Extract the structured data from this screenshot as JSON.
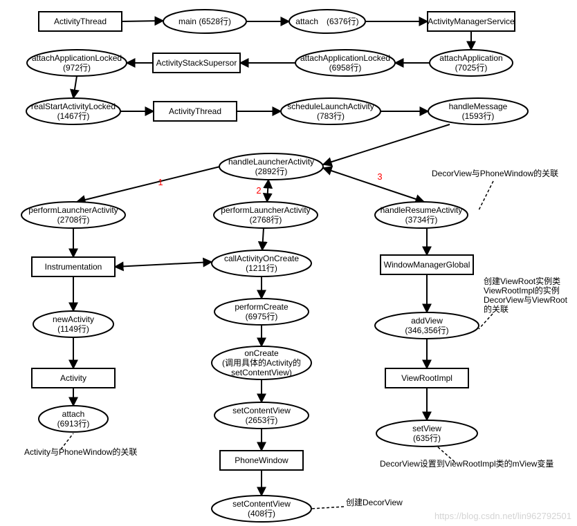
{
  "nodes": [
    {
      "id": "activity_thread_1",
      "lines": [
        "ActivityThread"
      ]
    },
    {
      "id": "main",
      "lines": [
        "main (6528行)"
      ]
    },
    {
      "id": "attach_top",
      "lines": [
        "attach　(6376行)"
      ]
    },
    {
      "id": "ams",
      "lines": [
        "ActivityManagerService"
      ]
    },
    {
      "id": "attach_application",
      "lines": [
        "attachApplication",
        "(7025行)"
      ]
    },
    {
      "id": "attach_app_locked_1",
      "lines": [
        "attachApplicationLocked",
        "(6958行)"
      ]
    },
    {
      "id": "stack_supersor",
      "lines": [
        "ActivityStackSupersor"
      ]
    },
    {
      "id": "attach_app_locked_2",
      "lines": [
        "attachApplicationLocked",
        "(972行)"
      ]
    },
    {
      "id": "real_start",
      "lines": [
        "realStartActivityLocked",
        "(1467行)"
      ]
    },
    {
      "id": "activity_thread_2",
      "lines": [
        "ActivityThread"
      ]
    },
    {
      "id": "schedule_launch",
      "lines": [
        "scheduleLaunchActivity",
        "(783行)"
      ]
    },
    {
      "id": "handle_message",
      "lines": [
        "handleMessage",
        "(1593行)"
      ]
    },
    {
      "id": "handle_launcher",
      "lines": [
        "handleLauncherActivity",
        "(2892行)"
      ]
    },
    {
      "id": "perform_launcher_1",
      "lines": [
        "performLauncherActivity",
        "(2708行)"
      ]
    },
    {
      "id": "perform_launcher_2",
      "lines": [
        "performLauncherActivity",
        "(2768行)"
      ]
    },
    {
      "id": "handle_resume",
      "lines": [
        "handleResumeActivity",
        "(3734行)"
      ]
    },
    {
      "id": "instrumentation",
      "lines": [
        "Instrumentation"
      ]
    },
    {
      "id": "call_on_create",
      "lines": [
        "callActivityOnCreate",
        "(1211行)"
      ]
    },
    {
      "id": "wm_global",
      "lines": [
        "WindowManagerGlobal"
      ]
    },
    {
      "id": "new_activity",
      "lines": [
        "newActivity",
        "(1149行)"
      ]
    },
    {
      "id": "perform_create",
      "lines": [
        "performCreate",
        "(6975行)"
      ]
    },
    {
      "id": "add_view",
      "lines": [
        "addView",
        "(346,356行)"
      ]
    },
    {
      "id": "activity_box",
      "lines": [
        "Activity"
      ]
    },
    {
      "id": "on_create",
      "lines": [
        "onCreate",
        "(调用具体的Activity的",
        "setContentView)"
      ]
    },
    {
      "id": "view_root_impl",
      "lines": [
        "ViewRootImpl"
      ]
    },
    {
      "id": "attach_bottom",
      "lines": [
        "attach",
        "(6913行)"
      ]
    },
    {
      "id": "set_content_view_1",
      "lines": [
        "setContentView",
        "(2653行)"
      ]
    },
    {
      "id": "set_view",
      "lines": [
        "setView",
        "(635行)"
      ]
    },
    {
      "id": "phone_window",
      "lines": [
        "PhoneWindow"
      ]
    },
    {
      "id": "set_content_view_2",
      "lines": [
        "setContentView",
        "(408行)"
      ]
    }
  ],
  "edges": [
    {
      "from": "activity_thread_1",
      "to": "main",
      "type": "arrow"
    },
    {
      "from": "main",
      "to": "attach_top",
      "type": "arrow"
    },
    {
      "from": "attach_top",
      "to": "ams",
      "type": "arrow"
    },
    {
      "from": "ams",
      "to": "attach_application",
      "type": "arrow"
    },
    {
      "from": "attach_application",
      "to": "attach_app_locked_1",
      "type": "arrow"
    },
    {
      "from": "attach_app_locked_1",
      "to": "stack_supersor",
      "type": "arrow"
    },
    {
      "from": "stack_supersor",
      "to": "attach_app_locked_2",
      "type": "arrow"
    },
    {
      "from": "attach_app_locked_2",
      "to": "real_start",
      "type": "arrow"
    },
    {
      "from": "real_start",
      "to": "activity_thread_2",
      "type": "arrow"
    },
    {
      "from": "activity_thread_2",
      "to": "schedule_launch",
      "type": "arrow"
    },
    {
      "from": "schedule_launch",
      "to": "handle_message",
      "type": "arrow"
    },
    {
      "from": "handle_message",
      "to": "handle_launcher",
      "type": "arrow"
    },
    {
      "from": "handle_launcher",
      "to": "perform_launcher_1",
      "type": "arrow",
      "label": "1"
    },
    {
      "from": "handle_launcher",
      "to": "perform_launcher_2",
      "type": "bidirectional",
      "label": "2"
    },
    {
      "from": "handle_launcher",
      "to": "handle_resume",
      "type": "bidirectional",
      "label": "3"
    },
    {
      "from": "perform_launcher_1",
      "to": "instrumentation",
      "type": "arrow"
    },
    {
      "from": "perform_launcher_2",
      "to": "call_on_create",
      "type": "arrow"
    },
    {
      "from": "instrumentation",
      "to": "call_on_create",
      "type": "bidirectional"
    },
    {
      "from": "handle_resume",
      "to": "wm_global",
      "type": "arrow"
    },
    {
      "from": "instrumentation",
      "to": "new_activity",
      "type": "arrow"
    },
    {
      "from": "call_on_create",
      "to": "perform_create",
      "type": "arrow"
    },
    {
      "from": "wm_global",
      "to": "add_view",
      "type": "arrow"
    },
    {
      "from": "new_activity",
      "to": "activity_box",
      "type": "arrow"
    },
    {
      "from": "perform_create",
      "to": "on_create",
      "type": "arrow"
    },
    {
      "from": "add_view",
      "to": "view_root_impl",
      "type": "arrow"
    },
    {
      "from": "activity_box",
      "to": "attach_bottom",
      "type": "arrow"
    },
    {
      "from": "on_create",
      "to": "set_content_view_1",
      "type": "arrow"
    },
    {
      "from": "view_root_impl",
      "to": "set_view",
      "type": "arrow"
    },
    {
      "from": "set_content_view_1",
      "to": "phone_window",
      "type": "arrow"
    },
    {
      "from": "phone_window",
      "to": "set_content_view_2",
      "type": "arrow"
    }
  ],
  "annotations": [
    {
      "id": "note_decorview_phonewindow",
      "lines": [
        "DecorView与PhoneWindow的关联"
      ],
      "attached_to": "handle_resume"
    },
    {
      "id": "note_create_viewroot",
      "lines": [
        "创建ViewRoot实例类",
        "ViewRootImpl的实例",
        "DecorView与ViewRoot",
        "的关联"
      ],
      "attached_to": "add_view"
    },
    {
      "id": "note_activity_phonewindow",
      "lines": [
        "Activity与PhoneWindow的关联"
      ],
      "attached_to": "attach_bottom"
    },
    {
      "id": "note_decorview_mview",
      "lines": [
        "DecorView设置到ViewRootImpl类的mView变量"
      ],
      "attached_to": "set_view"
    },
    {
      "id": "note_create_decorview",
      "lines": [
        "创建DecorView"
      ],
      "attached_to": "set_content_view_2"
    }
  ],
  "watermark": "https://blog.csdn.net/lin962792501"
}
